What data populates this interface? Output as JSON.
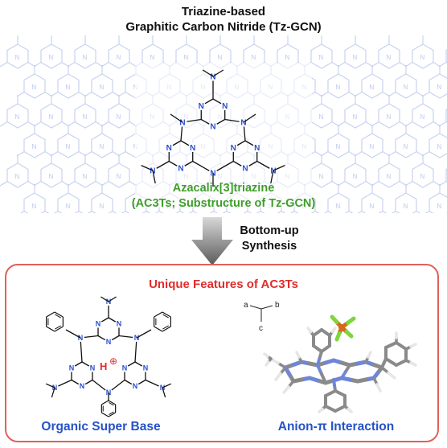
{
  "header": {
    "line1": "Triazine-based",
    "line2": "Graphitic Carbon Nitride (Tz-GCN)"
  },
  "molecule": {
    "name": "Azacalix[3]triazine",
    "subtitle": "(AC3Ts; Substructure of Tz-GCN)",
    "atom_label": "N"
  },
  "arrow": {
    "line1": "Bottom-up",
    "line2": "Synthesis"
  },
  "features": {
    "title": "Unique Features of AC3Ts",
    "left_caption": "Organic Super Base",
    "right_caption": "Anion-π Interaction",
    "proton_label": "H",
    "charge_label": "⊕",
    "axes": {
      "a": "a",
      "b": "b",
      "c": "c"
    }
  },
  "colors": {
    "nitrogen": "#2a4fd0",
    "lattice": "#aebff0",
    "green": "#3f9d2a",
    "red": "#e12c2c",
    "panel_border": "#e0605a",
    "blue_caption": "#2452c8"
  }
}
